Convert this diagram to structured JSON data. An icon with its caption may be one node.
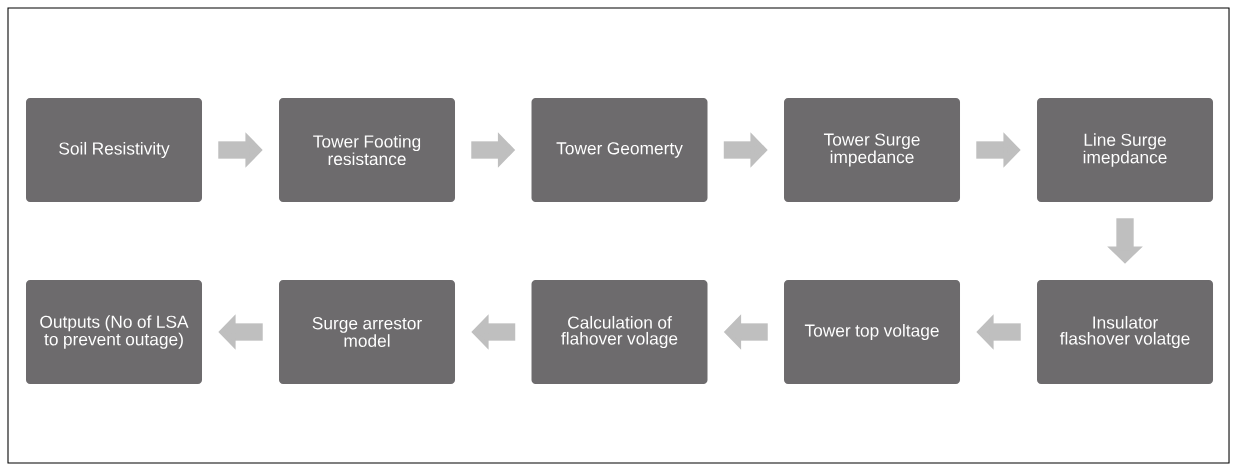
{
  "diagram": {
    "nodes": [
      {
        "text": [
          "Soil Resistivity"
        ]
      },
      {
        "text": [
          "Tower Footing resistance"
        ]
      },
      {
        "text": [
          "Tower Geomerty"
        ]
      },
      {
        "text": [
          "Tower Surge impedance"
        ]
      },
      {
        "text": [
          "Line Surge imepdance"
        ]
      },
      {
        "text": [
          "Insulator flashover volatge"
        ]
      },
      {
        "text": [
          "Tower top voltage"
        ]
      },
      {
        "text": [
          "Calculation of flahover volage"
        ]
      },
      {
        "text": [
          "Surge arrestor model"
        ]
      },
      {
        "text": [
          "Outputs (No of LSA to prevent outage)"
        ]
      }
    ],
    "edges": [
      {
        "from": 0,
        "to": 1,
        "arrow": "to"
      },
      {
        "from": 1,
        "to": 2,
        "arrow": "to"
      },
      {
        "from": 2,
        "to": 3,
        "arrow": "to"
      },
      {
        "from": 3,
        "to": 4,
        "arrow": "to"
      },
      {
        "from": 4,
        "to": 5,
        "arrow": "to"
      },
      {
        "from": 5,
        "to": 6,
        "arrow": "to"
      },
      {
        "from": 6,
        "to": 7,
        "arrow": "to"
      },
      {
        "from": 7,
        "to": 8,
        "arrow": "to"
      },
      {
        "from": 8,
        "to": 9,
        "arrow": "to"
      }
    ]
  }
}
